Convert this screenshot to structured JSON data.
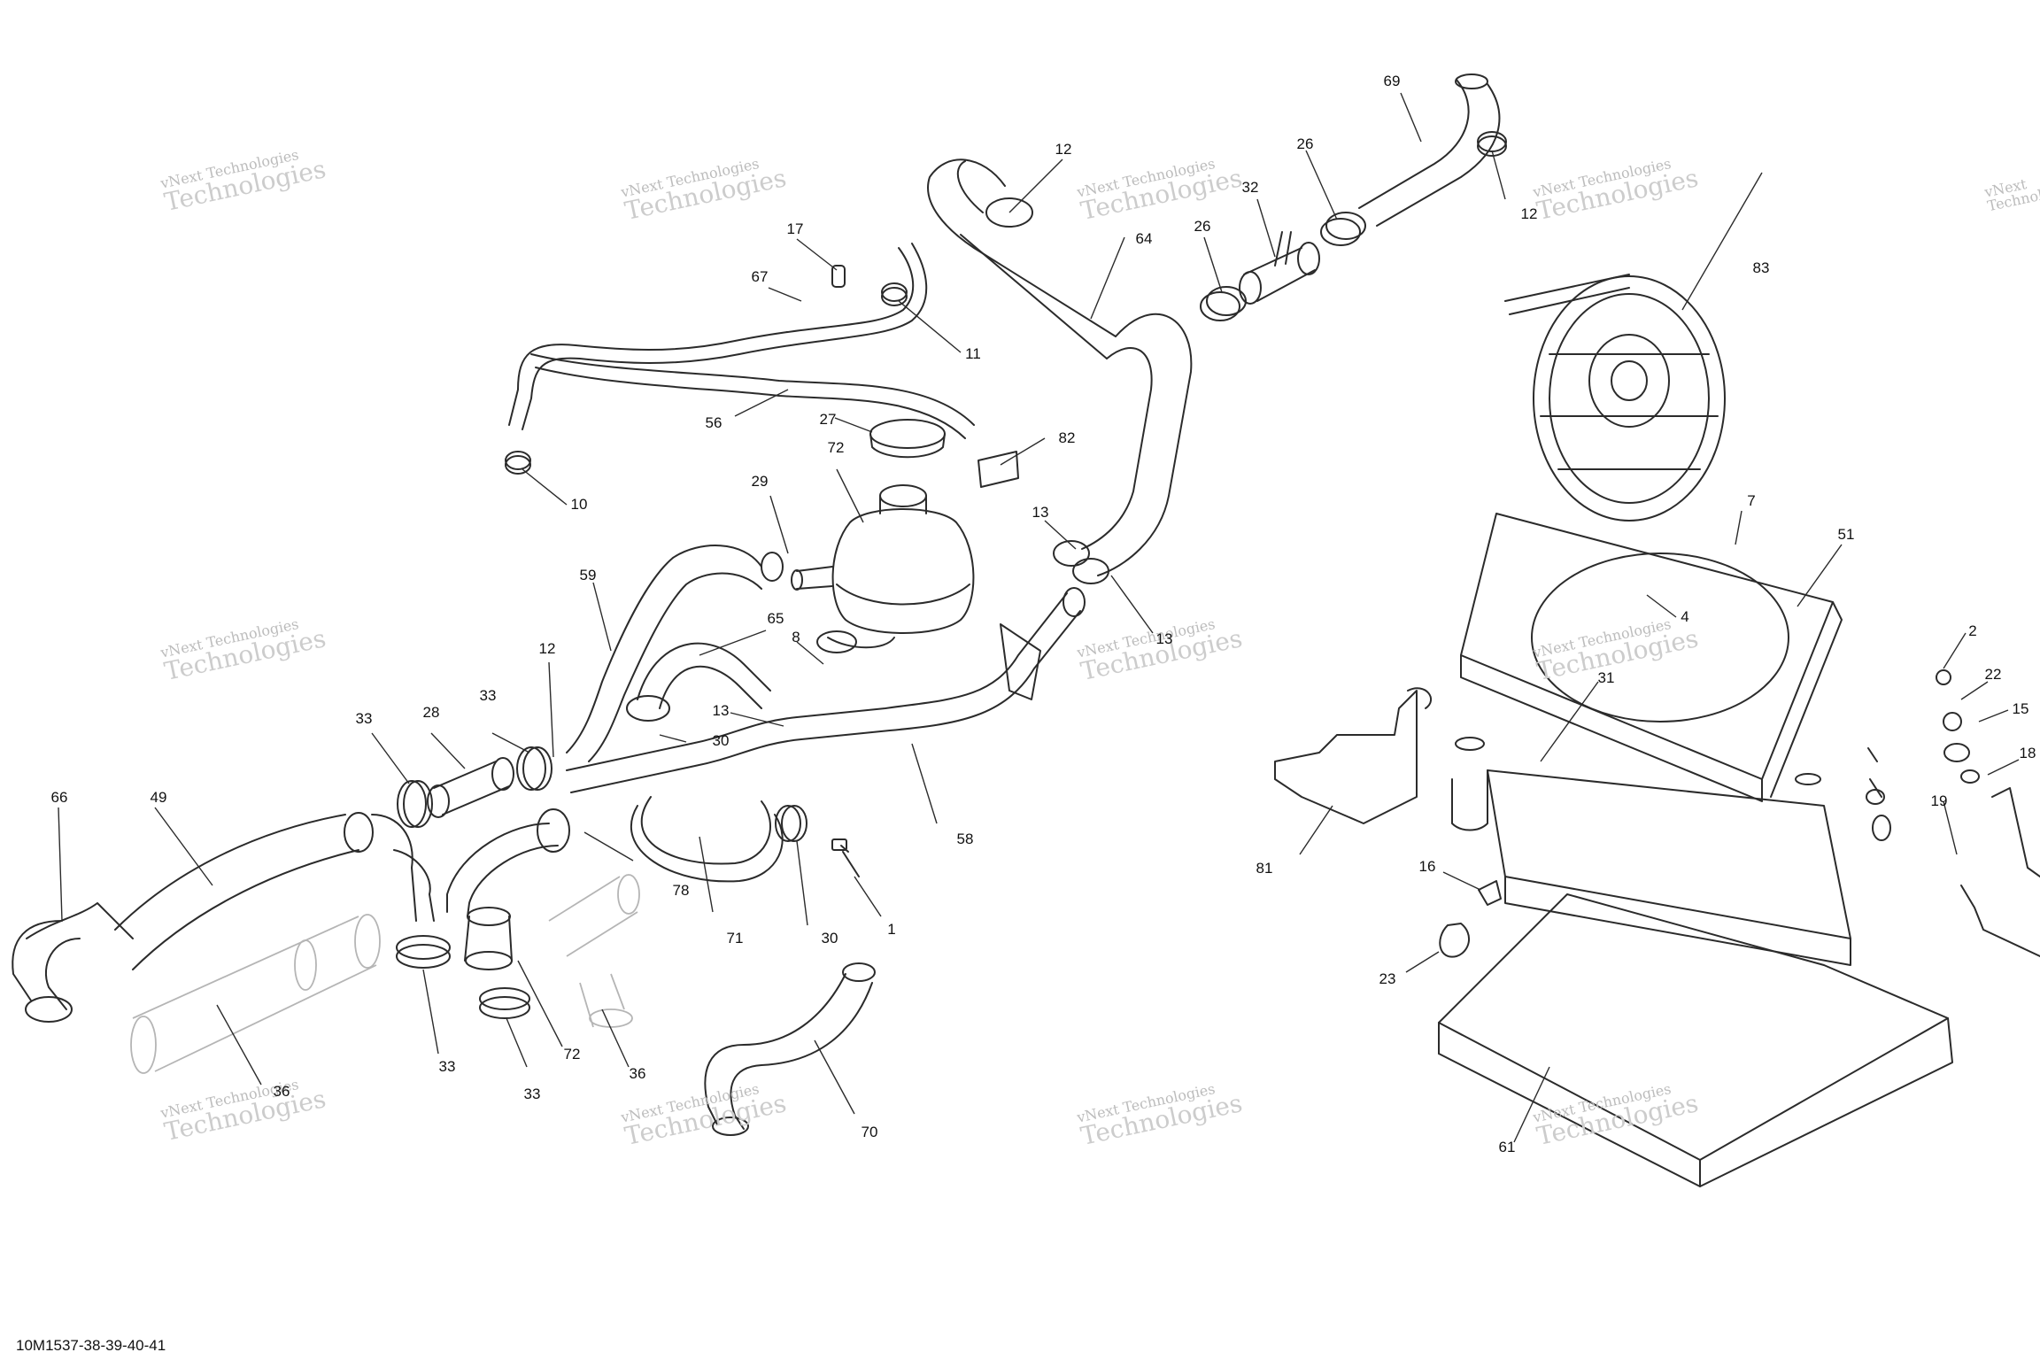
{
  "document_code": "10M1537-38-39-40-41",
  "watermark": {
    "line1": "vNext Technologies",
    "line2": "Technologies"
  },
  "callouts": [
    "69",
    "12",
    "26",
    "32",
    "12",
    "12",
    "64",
    "26",
    "17",
    "67",
    "11",
    "56",
    "27",
    "82",
    "72",
    "10",
    "83",
    "29",
    "13",
    "7",
    "51",
    "59",
    "65",
    "8",
    "13",
    "4",
    "12",
    "33",
    "28",
    "13",
    "33",
    "30",
    "58",
    "66",
    "49",
    "78",
    "71",
    "30",
    "1",
    "36",
    "72",
    "33",
    "33",
    "36",
    "70",
    "31",
    "2",
    "22",
    "15",
    "18",
    "19",
    "81",
    "16",
    "23",
    "61"
  ],
  "colors": {
    "line": "#2b2b2b",
    "ghost": "#b5b5b5",
    "watermark": "#bcbcbc"
  }
}
